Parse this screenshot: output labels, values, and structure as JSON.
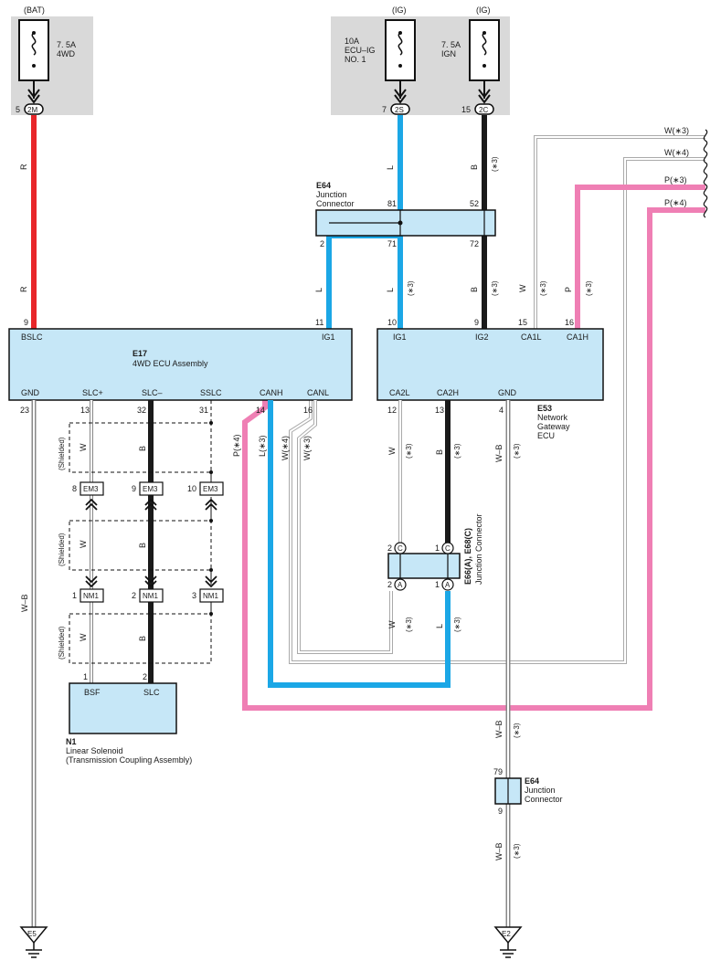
{
  "sources": {
    "bat": "(BAT)",
    "ig1": "(IG)",
    "ig2": "(IG)"
  },
  "fuses": {
    "f4wd": {
      "rating": "7. 5A",
      "name": "4WD",
      "pin": "5",
      "conn": "2M"
    },
    "fecu": {
      "rating": "10A",
      "name1": "ECU–IG",
      "name2": "NO. 1",
      "pin": "7",
      "conn": "2S"
    },
    "fign": {
      "rating": "7. 5A",
      "name": "IGN",
      "pin": "15",
      "conn": "2C"
    }
  },
  "junction_top": {
    "code": "E64",
    "name1": "Junction",
    "name2": "Connector",
    "pins": {
      "p81": "81",
      "p52": "52",
      "p2": "2",
      "p71": "71",
      "p72": "72"
    }
  },
  "ecu_4wd": {
    "code": "E17",
    "name": "4WD ECU Assembly",
    "terminals": [
      "BSLC",
      "IG1",
      "GND",
      "SLC+",
      "SLC–",
      "SSLC",
      "CANH",
      "CANL"
    ],
    "pins": {
      "bslc": "9",
      "ig1": "11",
      "gnd": "23",
      "slcp": "13",
      "slcm": "32",
      "sslc": "31",
      "canh": "14",
      "canl": "16"
    }
  },
  "gateway": {
    "code": "E53",
    "name1": "Network",
    "name2": "Gateway",
    "name3": "ECU",
    "terminals": [
      "IG1",
      "IG2",
      "CA1L",
      "CA1H",
      "CA2L",
      "CA2H",
      "GND"
    ],
    "pins": {
      "ig1": "10",
      "ig2": "9",
      "ca1l": "15",
      "ca1h": "16",
      "ca2l": "12",
      "ca2h": "13",
      "gnd": "4"
    }
  },
  "wires": {
    "r": "R",
    "l": "L",
    "b": "B",
    "w": "W",
    "p": "P",
    "wb": "W–B",
    "n3": "(∗3)",
    "n4": "(∗4)",
    "w3": "W(∗3)",
    "w4": "W(∗4)",
    "p3": "P(∗3)",
    "p4": "P(∗4)",
    "l3": "L(∗3)",
    "shielded": "(Shielded)"
  },
  "connectors": {
    "em3": "EM3",
    "nm1": "NM1",
    "em3_pins": [
      "8",
      "9",
      "10"
    ],
    "nm1_pins": [
      "1",
      "2",
      "3"
    ]
  },
  "junction_mid": {
    "code": "E66(A), E68(C)",
    "name": "Junction Connector",
    "c_pins": [
      "2",
      "1"
    ],
    "a_pins": [
      "2",
      "1"
    ],
    "c": "C",
    "a": "A"
  },
  "solenoid": {
    "code": "N1",
    "name1": "Linear Solenoid",
    "name2": "(Transmission Coupling Assembly)",
    "terminals": [
      "BSF",
      "SLC"
    ],
    "pins": [
      "1",
      "2"
    ]
  },
  "junction_bottom": {
    "code": "E64",
    "name1": "Junction",
    "name2": "Connector",
    "pin_top": "79",
    "pin_bottom": "9"
  },
  "grounds": {
    "left": "E5",
    "right": "E2"
  },
  "colors": {
    "red": "#e8262a",
    "blue": "#1ba7e6",
    "black": "#1a1a1a",
    "pink": "#ef7fb4",
    "box_fill": "#c6e7f7",
    "fuse_bg": "#d9d9d9"
  }
}
